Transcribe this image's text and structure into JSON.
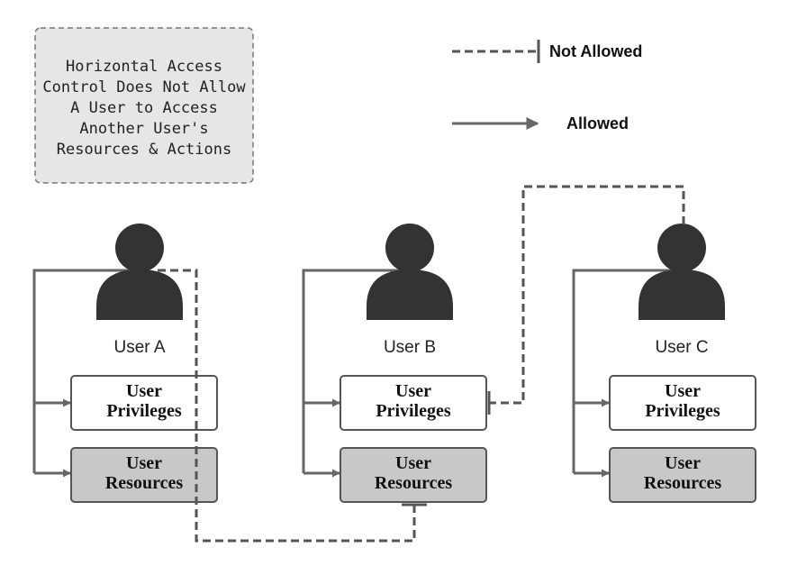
{
  "note": {
    "lines": [
      "Horizontal Access",
      "Control Does Not Allow",
      "A User to Access",
      "Another User's",
      "Resources & Actions"
    ]
  },
  "legend": {
    "not_allowed": "Not Allowed",
    "allowed": "Allowed"
  },
  "users": [
    {
      "name": "User A",
      "privileges": [
        "User",
        "Privileges"
      ],
      "resources": [
        "User",
        "Resources"
      ]
    },
    {
      "name": "User B",
      "privileges": [
        "User",
        "Privileges"
      ],
      "resources": [
        "User",
        "Resources"
      ]
    },
    {
      "name": "User C",
      "privileges": [
        "User",
        "Privileges"
      ],
      "resources": [
        "User",
        "Resources"
      ]
    }
  ],
  "colors": {
    "user_icon": "#333333",
    "connector": "#666666",
    "privileges_fill": "#ffffff",
    "resources_fill": "#c8c8c8",
    "note_fill": "#e6e6e6"
  }
}
